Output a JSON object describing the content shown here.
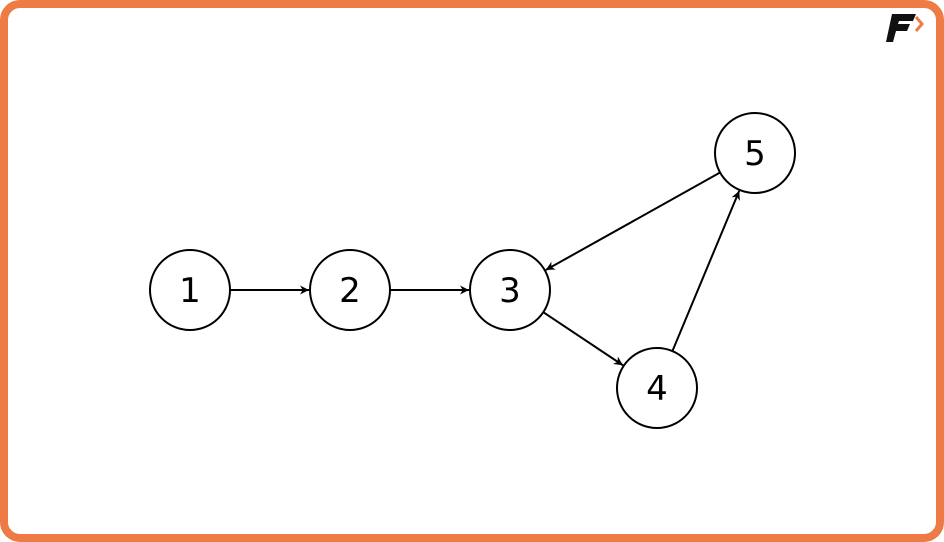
{
  "diagram": {
    "nodes": [
      {
        "id": "1",
        "label": "1"
      },
      {
        "id": "2",
        "label": "2"
      },
      {
        "id": "3",
        "label": "3"
      },
      {
        "id": "4",
        "label": "4"
      },
      {
        "id": "5",
        "label": "5"
      }
    ],
    "edges": [
      {
        "from": "1",
        "to": "2"
      },
      {
        "from": "2",
        "to": "3"
      },
      {
        "from": "3",
        "to": "4"
      },
      {
        "from": "4",
        "to": "5"
      },
      {
        "from": "5",
        "to": "3"
      }
    ]
  },
  "colors": {
    "border": "#EE7B45",
    "logo_dark": "#111111",
    "logo_accent": "#EE7B45"
  }
}
